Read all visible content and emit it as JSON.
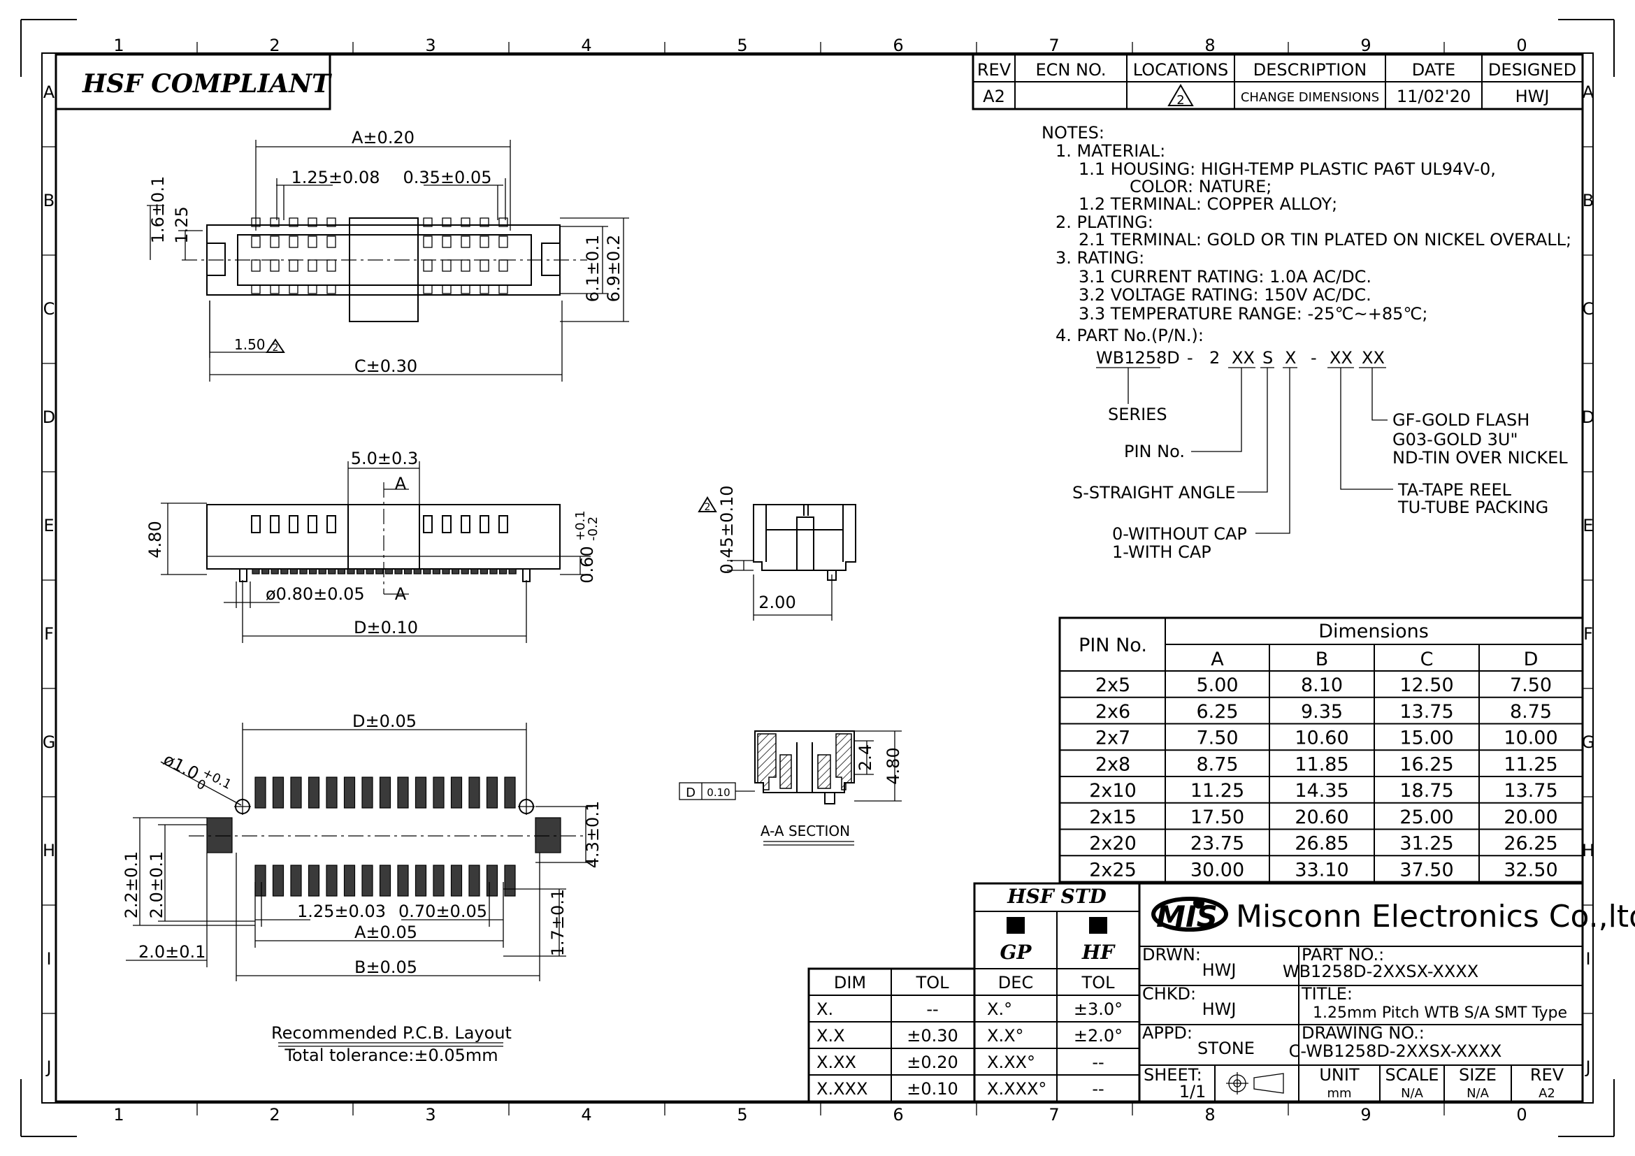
{
  "zones": {
    "cols": [
      "1",
      "2",
      "3",
      "4",
      "5",
      "6",
      "7",
      "8",
      "9",
      "0"
    ],
    "rows": [
      "A",
      "B",
      "C",
      "D",
      "E",
      "F",
      "G",
      "H",
      "I",
      "J"
    ]
  },
  "compliance_label": "HSF COMPLIANT",
  "revision_table": {
    "headers": [
      "REV",
      "ECN NO.",
      "LOCATIONS",
      "DESCRIPTION",
      "DATE",
      "DESIGNED"
    ],
    "row": {
      "rev": "A2",
      "ecn": "",
      "location_flag": "2",
      "description": "CHANGE DIMENSIONS",
      "date": "11/02'20",
      "designed": "HWJ"
    }
  },
  "notes": [
    "NOTES:",
    "1. MATERIAL:",
    "1.1 HOUSING: HIGH-TEMP PLASTIC PA6T UL94V-0,",
    "COLOR: NATURE;",
    "1.2 TERMINAL: COPPER ALLOY;",
    "2. PLATING:",
    "2.1 TERMINAL: GOLD OR TIN PLATED ON NICKEL OVERALL;",
    "3. RATING:",
    "3.1 CURRENT RATING: 1.0A AC/DC.",
    "3.2 VOLTAGE RATING: 150V AC/DC.",
    "3.3 TEMPERATURE RANGE: -25℃~+85℃;",
    "4. PART No.(P/N.):"
  ],
  "part_number_code": {
    "parts": [
      "WB1258D",
      "-",
      "2",
      "XX",
      "S",
      "X",
      "-",
      "XX",
      "XX"
    ],
    "callouts": {
      "series": "SERIES",
      "pin_no": "PIN No.",
      "angle": "S-STRAIGHT ANGLE",
      "cap_0": "0-WITHOUT CAP",
      "cap_1": "1-WITH CAP",
      "plating_1": "GF-GOLD FLASH",
      "plating_2": "G03-GOLD 3U\"",
      "plating_3": "ND-TIN OVER NICKEL",
      "packing_1": "TA-TAPE REEL",
      "packing_2": "TU-TUBE PACKING"
    }
  },
  "dimensions_table": {
    "pin_header": "PIN No.",
    "group_header": "Dimensions",
    "columns": [
      "A",
      "B",
      "C",
      "D"
    ],
    "rows": [
      {
        "pin": "2x5",
        "values": [
          "5.00",
          "8.10",
          "12.50",
          "7.50"
        ]
      },
      {
        "pin": "2x6",
        "values": [
          "6.25",
          "9.35",
          "13.75",
          "8.75"
        ]
      },
      {
        "pin": "2x7",
        "values": [
          "7.50",
          "10.60",
          "15.00",
          "10.00"
        ]
      },
      {
        "pin": "2x8",
        "values": [
          "8.75",
          "11.85",
          "16.25",
          "11.25"
        ]
      },
      {
        "pin": "2x10",
        "values": [
          "11.25",
          "14.35",
          "18.75",
          "13.75"
        ]
      },
      {
        "pin": "2x15",
        "values": [
          "17.50",
          "20.60",
          "25.00",
          "20.00"
        ]
      },
      {
        "pin": "2x20",
        "values": [
          "23.75",
          "26.85",
          "31.25",
          "26.25"
        ]
      },
      {
        "pin": "2x25",
        "values": [
          "30.00",
          "33.10",
          "37.50",
          "32.50"
        ]
      }
    ]
  },
  "top_view": {
    "dim_a": "A±0.20",
    "dim_pitch": "1.25±0.08",
    "dim_width": "0.35±0.05",
    "dim_c": "C±0.30",
    "dim_1_6": "1.6±0.1",
    "dim_1_25": "1.25",
    "dim_6_1": "6.1±0.1",
    "dim_6_9": "6.9±0.2",
    "dim_1_50": "1.50",
    "flag": "2"
  },
  "front_view": {
    "dim_5_0": "5.0±0.3",
    "section_mark": "A",
    "dim_4_80": "4.80",
    "dim_0_60": "0.60",
    "dim_0_60_tol_up": "+0.1",
    "dim_0_60_tol_dn": "-0.2",
    "dim_peg": "ø0.80±0.05",
    "dim_d": "D±0.10"
  },
  "side_view": {
    "dim_0_45": "0.45±0.10",
    "dim_2_00": "2.00",
    "flag": "2"
  },
  "section_view": {
    "label": "A-A SECTION",
    "dim_2_4": "2.4",
    "dim_4_80": "4.80",
    "flatness_symbol": "D",
    "flatness_value": "0.10"
  },
  "pcb_layout": {
    "dim_d": "D±0.05",
    "dim_hole": "ø1.0",
    "dim_hole_tol_up": "+0.1",
    "dim_hole_tol_dn": "0",
    "dim_pitch": "1.25±0.03",
    "dim_pad_w": "0.70±0.05",
    "dim_a": "A±0.05",
    "dim_b": "B±0.05",
    "dim_2_2": "2.2±0.1",
    "dim_2_0": "2.0±0.1",
    "dim_2_0h": "2.0±0.1",
    "dim_4_3": "4.3±0.1",
    "dim_1_7": "1.7±0.1",
    "caption": "Recommended P.C.B. Layout",
    "tolerance": "Total tolerance:±0.05mm"
  },
  "tolerance_table": {
    "headers": [
      "DIM",
      "TOL"
    ],
    "rows": [
      [
        "X.",
        "--"
      ],
      [
        "X.X",
        "±0.30"
      ],
      [
        "X.XX",
        "±0.20"
      ],
      [
        "X.XXX",
        "±0.10"
      ]
    ]
  },
  "hsf_std": {
    "title": "HSF STD",
    "gp": "GP",
    "hf": "HF",
    "headers": [
      "DEC",
      "TOL"
    ],
    "rows": [
      [
        "X.°",
        "±3.0°"
      ],
      [
        "X.X°",
        "±2.0°"
      ],
      [
        "X.XX°",
        "--"
      ],
      [
        "X.XXX°",
        "--"
      ]
    ]
  },
  "title_block": {
    "logo": "MIS",
    "company": "Misconn Electronics Co.,ltd.",
    "drwn_label": "DRWN:",
    "drwn": "HWJ",
    "chkd_label": "CHKD:",
    "chkd": "HWJ",
    "appd_label": "APPD:",
    "appd": "STONE",
    "part_no_label": "PART NO.:",
    "part_no": "WB1258D-2XXSX-XXXX",
    "title_label": "TITLE:",
    "title": "1.25mm Pitch WTB S/A SMT Type",
    "drawing_no_label": "DRAWING NO.:",
    "drawing_no": "C-WB1258D-2XXSX-XXXX",
    "sheet_label": "SHEET:",
    "sheet": "1/1",
    "unit_label": "UNIT",
    "unit": "mm",
    "scale_label": "SCALE",
    "scale": "N/A",
    "size_label": "SIZE",
    "size": "N/A",
    "rev_label": "REV",
    "rev": "A2"
  }
}
